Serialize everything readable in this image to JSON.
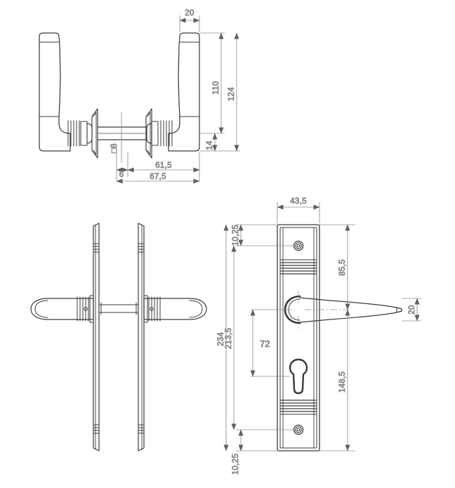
{
  "drawing": {
    "title": "Door handle technical drawing",
    "type": "engineering-orthographic-drawing",
    "units": "mm",
    "decimal_separator": ",",
    "line_color": "#3a3a3a",
    "dim_color": "#5e6063",
    "background": "#ffffff"
  },
  "views": [
    {
      "id": "top-view",
      "name": "side-elevation-pair",
      "description": "Pair of L-shaped lever handles on common spindle, side elevation"
    },
    {
      "id": "front-view",
      "name": "backplate-pair-front",
      "description": "Two narrow backplates with levers, front elevation"
    },
    {
      "id": "plate-view",
      "name": "backplate-detail",
      "description": "Single backplate with lever, keyhole and two screws"
    }
  ],
  "dimensions": {
    "top_view": [
      {
        "name": "lever-width",
        "label": "20",
        "orient": "h"
      },
      {
        "name": "lever-height-inner",
        "label": "110",
        "orient": "v"
      },
      {
        "name": "lever-height-total",
        "label": "124",
        "orient": "v"
      },
      {
        "name": "rose-height",
        "label": "14",
        "orient": "v"
      },
      {
        "name": "spindle-square",
        "label": "8",
        "prefix": "□",
        "orient": "v"
      },
      {
        "name": "rose-thickness",
        "label": "6",
        "orient": "h"
      },
      {
        "name": "spindle-length",
        "label": "61,5",
        "orient": "h"
      },
      {
        "name": "total-width",
        "label": "67,5",
        "orient": "h"
      }
    ],
    "plate_view": [
      {
        "name": "plate-width",
        "label": "43,5",
        "orient": "h"
      },
      {
        "name": "plate-edge-top",
        "label": "10,25",
        "orient": "v"
      },
      {
        "name": "plate-edge-bottom",
        "label": "10,25",
        "orient": "v"
      },
      {
        "name": "plate-total-length",
        "label": "234",
        "orient": "v"
      },
      {
        "name": "screw-centres",
        "label": "213,5",
        "orient": "v"
      },
      {
        "name": "handle-to-keyhole",
        "label": "72",
        "orient": "v"
      },
      {
        "name": "top-to-lever-axis",
        "label": "85,5",
        "orient": "v"
      },
      {
        "name": "lever-axis-to-bottom",
        "label": "148,5",
        "orient": "v"
      },
      {
        "name": "lever-thickness",
        "label": "20",
        "orient": "v"
      }
    ]
  },
  "features": {
    "keyhole": "euro-profile-cylinder",
    "screws": 2,
    "lever_count_front": 2
  }
}
